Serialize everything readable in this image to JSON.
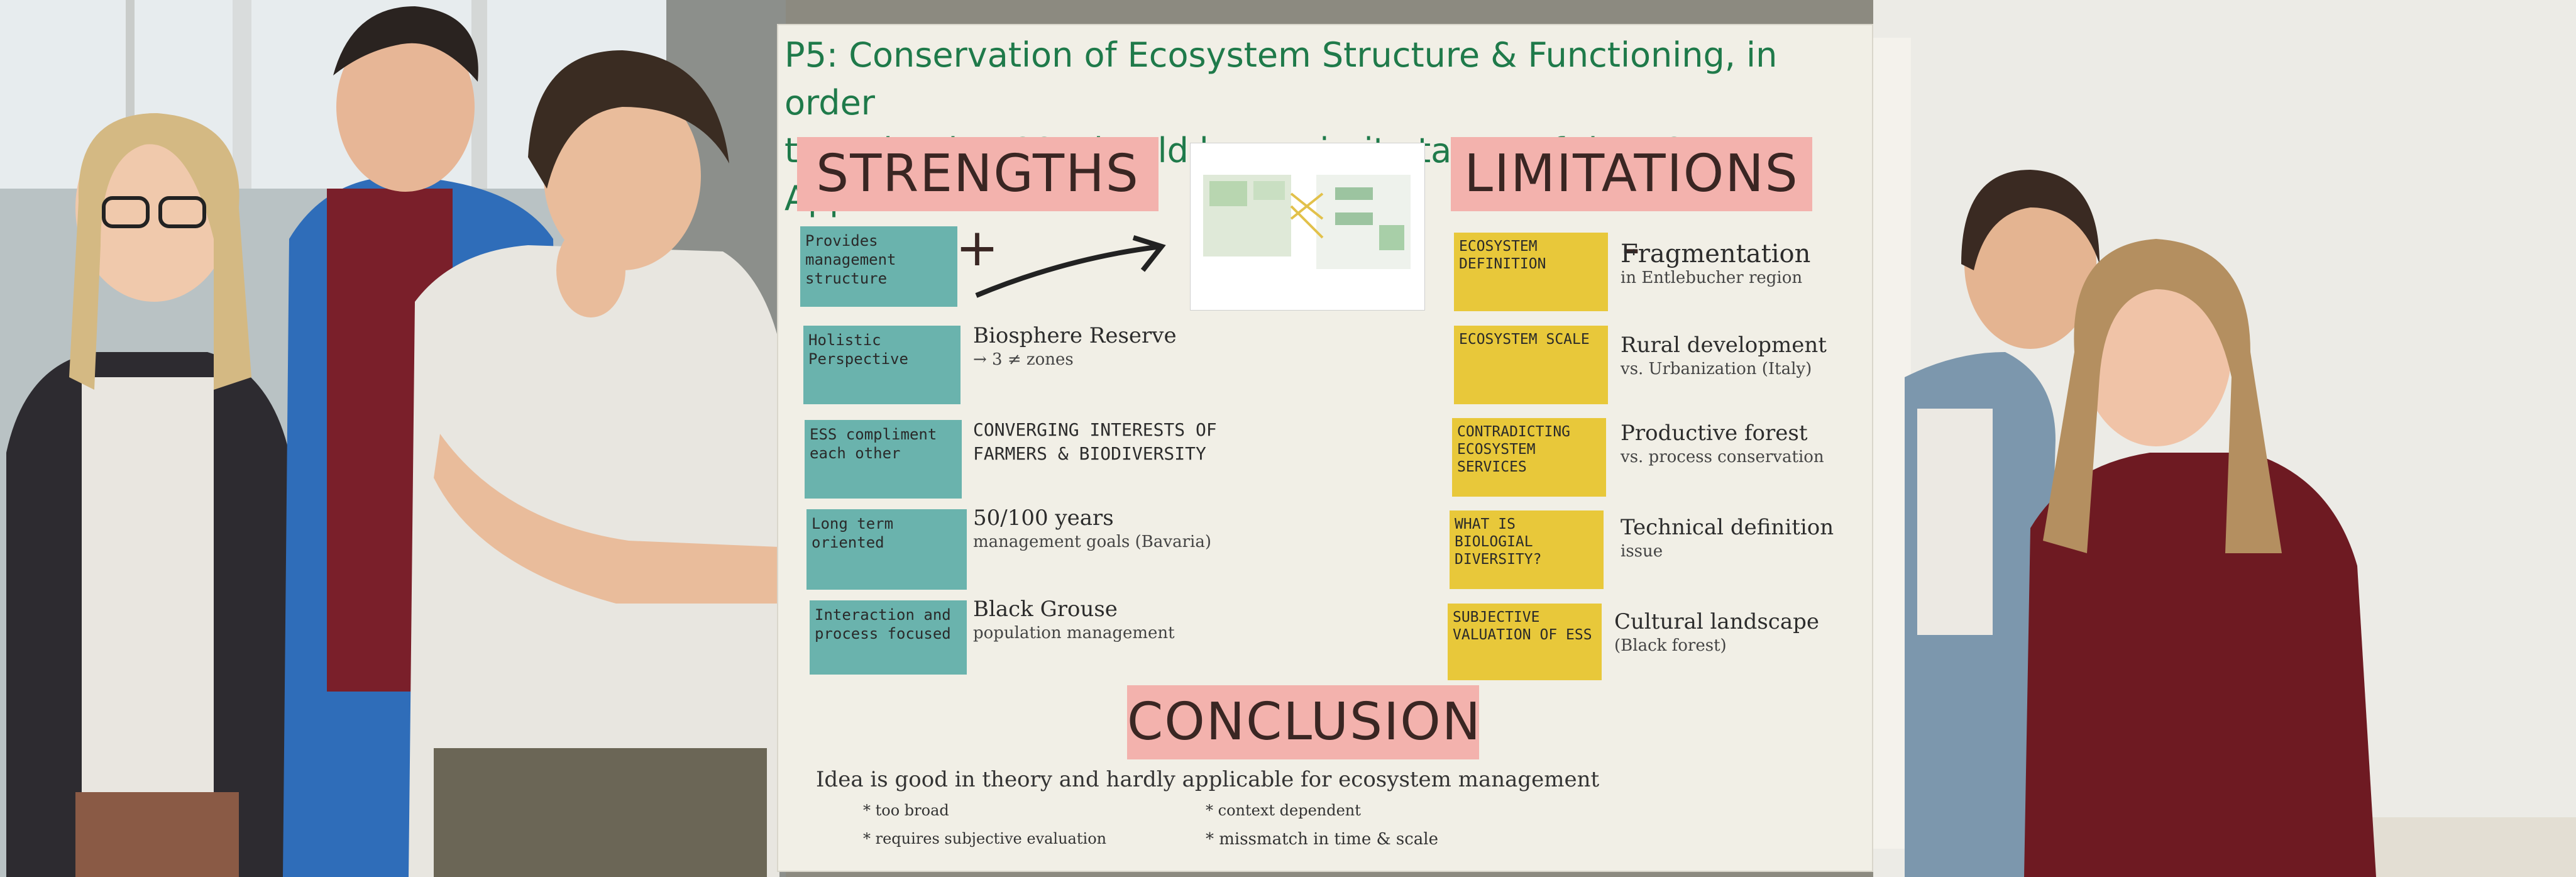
{
  "poster": {
    "title_line1": "P5: Conservation of Ecosystem Structure & Functioning, in order",
    "title_line2": "to maintain ESS, should be a priority target of the ES Approach.",
    "strengths_heading": "STRENGTHS +",
    "limitations_heading": "LIMITATIONS -",
    "conclusion_heading": "CONCLUSION",
    "strengths": [
      {
        "label": "Provides management structure",
        "note": ""
      },
      {
        "label": "Holistic Perspective",
        "note": "Biosphere Reserve",
        "sub": "→ 3 ≠ zones"
      },
      {
        "label": "ESS compliment each other",
        "note": "CONVERGING INTERESTS OF FARMERS & BIODIVERSITY",
        "sub": ""
      },
      {
        "label": "Long term oriented",
        "note": "50/100 years",
        "sub": "management goals (Bavaria)"
      },
      {
        "label": "Interaction and process focused",
        "note": "Black Grouse",
        "sub": "population management"
      }
    ],
    "limitations": [
      {
        "label": "Ecosystem definition",
        "note": "Fragmentation",
        "sub": "in Entlebucher region"
      },
      {
        "label": "Ecosystem scale",
        "note": "Rural development",
        "sub": "vs. Urbanization (Italy)"
      },
      {
        "label": "Contradicting ecosystem services",
        "note": "Productive forest",
        "sub": "vs. process conservation"
      },
      {
        "label": "What is biologial diversity?",
        "note": "Technical definition",
        "sub": "issue"
      },
      {
        "label": "Subjective valuation of ESS",
        "note": "Cultural landscape",
        "sub": "(Black forest)"
      }
    ],
    "conclusion_line": "Idea is good in theory and hardly applicable for ecosystem management",
    "conclusion_points": [
      "* too broad",
      "* context dependent",
      "* requires subjective evaluation",
      "* missmatch in time & scale"
    ]
  },
  "colors": {
    "teal_note": "#6ab3ad",
    "yellow_note": "#e8c83a",
    "pink_heading": "#f3b2ad",
    "title_green": "#1f7a4a",
    "poster_paper": "#f1efe6"
  }
}
